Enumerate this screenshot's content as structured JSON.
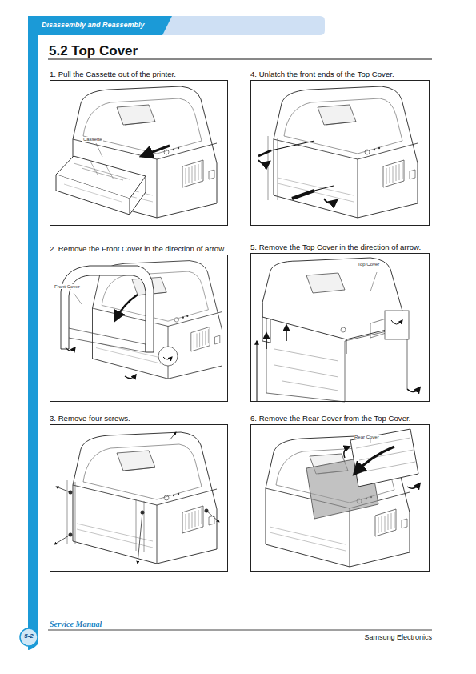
{
  "diagram": {
    "title": "5.2 Top Cover",
    "nodes": [
      {
        "text": [
          "Disassembly and Reassembly"
        ]
      },
      {
        "text": [
          "1. Pull the Cassette out of the printer.",
          "Cassette"
        ]
      },
      {
        "text": [
          "2. Remove the Front Cover in the direction of arrow.",
          "Front Cover"
        ]
      },
      {
        "text": [
          "3. Remove four screws."
        ]
      },
      {
        "text": [
          "4. Unlatch the front ends of the Top Cover."
        ]
      },
      {
        "text": [
          "5. Remove the Top Cover in the direction of arrow.",
          "Top Cover"
        ]
      },
      {
        "text": [
          "6. Remove the Rear Cover from the Top Cover.",
          "Rear Cover"
        ]
      },
      {
        "text": [
          "5-2"
        ]
      }
    ],
    "labels": [
      "Service Manual",
      "Samsung Electronics"
    ]
  }
}
